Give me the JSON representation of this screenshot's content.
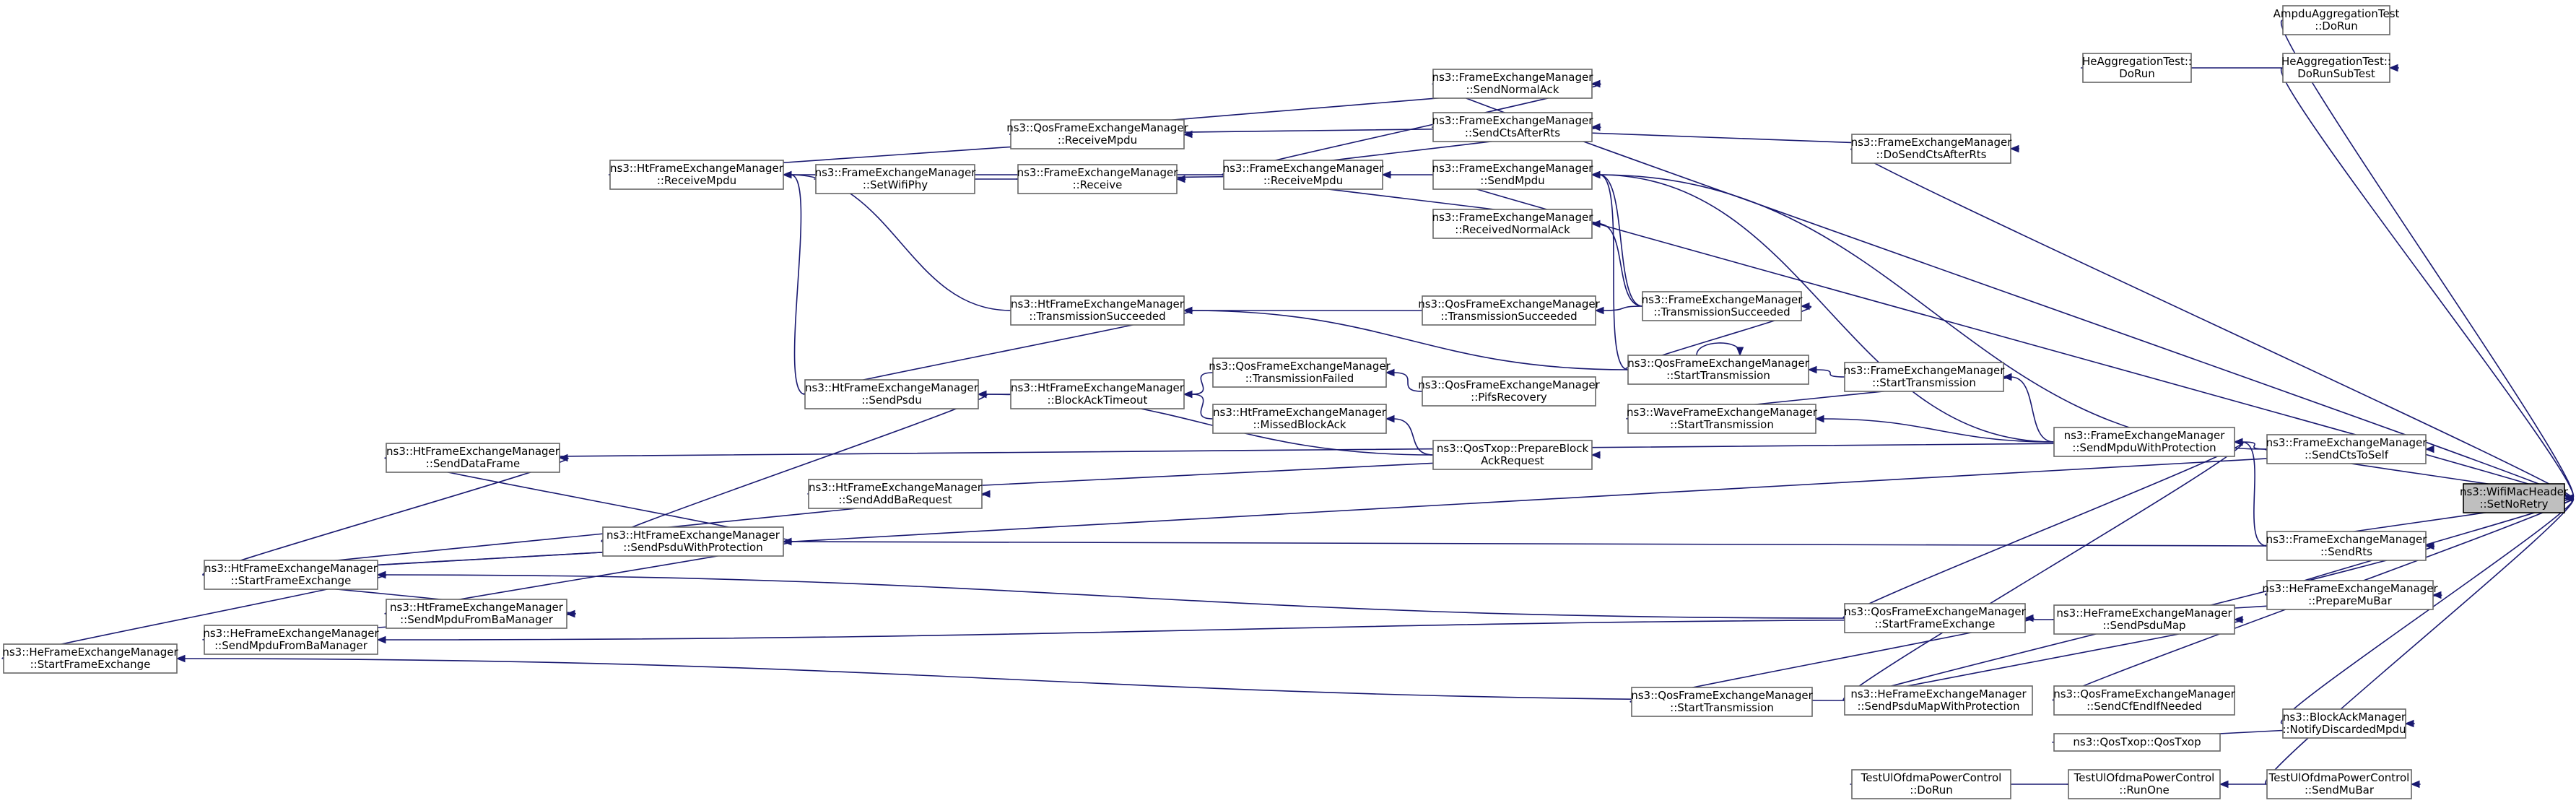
{
  "colors": {
    "edge": "#191970",
    "node_border": "#666666",
    "target_fill": "#bfbfbf"
  },
  "target": "n0",
  "nodes": [
    {
      "id": "n0",
      "lines": [
        "ns3::WifiMacHeader",
        "::SetNoRetry"
      ]
    },
    {
      "id": "n1",
      "lines": [
        "AmpduAggregationTest",
        "::DoRun"
      ]
    },
    {
      "id": "n2",
      "lines": [
        "HeAggregationTest::",
        "DoRunSubTest"
      ]
    },
    {
      "id": "n3",
      "lines": [
        "HeAggregationTest::",
        "DoRun"
      ]
    },
    {
      "id": "n4",
      "lines": [
        "ns3::FrameExchangeManager",
        "::SendNormalAck"
      ]
    },
    {
      "id": "n5",
      "lines": [
        "ns3::FrameExchangeManager",
        "::SendCtsAfterRts"
      ]
    },
    {
      "id": "n6",
      "lines": [
        "ns3::FrameExchangeManager",
        "::DoSendCtsAfterRts"
      ]
    },
    {
      "id": "n7",
      "lines": [
        "ns3::FrameExchangeManager",
        "::SendMpdu"
      ]
    },
    {
      "id": "n8",
      "lines": [
        "ns3::FrameExchangeManager",
        "::ReceivedNormalAck"
      ]
    },
    {
      "id": "n9",
      "lines": [
        "ns3::QosFrameExchangeManager",
        "::ReceiveMpdu"
      ]
    },
    {
      "id": "n10",
      "lines": [
        "ns3::FrameExchangeManager",
        "::ReceiveMpdu"
      ]
    },
    {
      "id": "n11",
      "lines": [
        "ns3::FrameExchangeManager",
        "::Receive"
      ]
    },
    {
      "id": "n12",
      "lines": [
        "ns3::FrameExchangeManager",
        "::SetWifiPhy"
      ]
    },
    {
      "id": "n13",
      "lines": [
        "ns3::HtFrameExchangeManager",
        "::ReceiveMpdu"
      ]
    },
    {
      "id": "n14",
      "lines": [
        "ns3::HtFrameExchangeManager",
        "::TransmissionSucceeded"
      ]
    },
    {
      "id": "n15",
      "lines": [
        "ns3::QosFrameExchangeManager",
        "::TransmissionSucceeded"
      ]
    },
    {
      "id": "n16",
      "lines": [
        "ns3::FrameExchangeManager",
        "::TransmissionSucceeded"
      ]
    },
    {
      "id": "n17",
      "lines": [
        "ns3::QosFrameExchangeManager",
        "::StartTransmission"
      ]
    },
    {
      "id": "n18",
      "lines": [
        "ns3::FrameExchangeManager",
        "::StartTransmission"
      ]
    },
    {
      "id": "n19",
      "lines": [
        "ns3::WaveFrameExchangeManager",
        "::StartTransmission"
      ]
    },
    {
      "id": "n20",
      "lines": [
        "ns3::QosFrameExchangeManager",
        "::TransmissionFailed"
      ]
    },
    {
      "id": "n21",
      "lines": [
        "ns3::QosFrameExchangeManager",
        "::PifsRecovery"
      ]
    },
    {
      "id": "n22",
      "lines": [
        "ns3::HtFrameExchangeManager",
        "::BlockAckTimeout"
      ]
    },
    {
      "id": "n23",
      "lines": [
        "ns3::HtFrameExchangeManager",
        "::MissedBlockAck"
      ]
    },
    {
      "id": "n24",
      "lines": [
        "ns3::HtFrameExchangeManager",
        "::SendPsdu"
      ]
    },
    {
      "id": "n25",
      "lines": [
        "ns3::QosTxop::PrepareBlock",
        "AckRequest"
      ]
    },
    {
      "id": "n26",
      "lines": [
        "ns3::FrameExchangeManager",
        "::SendMpduWithProtection"
      ]
    },
    {
      "id": "n27",
      "lines": [
        "ns3::FrameExchangeManager",
        "::SendCtsToSelf"
      ]
    },
    {
      "id": "n28",
      "lines": [
        "ns3::HtFrameExchangeManager",
        "::SendDataFrame"
      ]
    },
    {
      "id": "n29",
      "lines": [
        "ns3::HtFrameExchangeManager",
        "::SendAddBaRequest"
      ]
    },
    {
      "id": "n30",
      "lines": [
        "ns3::HtFrameExchangeManager",
        "::SendPsduWithProtection"
      ]
    },
    {
      "id": "n31",
      "lines": [
        "ns3::HtFrameExchangeManager",
        "::StartFrameExchange"
      ]
    },
    {
      "id": "n32",
      "lines": [
        "ns3::HtFrameExchangeManager",
        "::SendMpduFromBaManager"
      ]
    },
    {
      "id": "n33",
      "lines": [
        "ns3::HeFrameExchangeManager",
        "::SendMpduFromBaManager"
      ]
    },
    {
      "id": "n34",
      "lines": [
        "ns3::HeFrameExchangeManager",
        "::StartFrameExchange"
      ]
    },
    {
      "id": "n35",
      "lines": [
        "ns3::FrameExchangeManager",
        "::SendRts"
      ]
    },
    {
      "id": "n36",
      "lines": [
        "ns3::HeFrameExchangeManager",
        "::PrepareMuBar"
      ]
    },
    {
      "id": "n37",
      "lines": [
        "ns3::QosFrameExchangeManager",
        "::StartFrameExchange"
      ]
    },
    {
      "id": "n38",
      "lines": [
        "ns3::HeFrameExchangeManager",
        "::SendPsduMap"
      ]
    },
    {
      "id": "n39",
      "lines": [
        "ns3::QosFrameExchangeManager",
        "::StartTransmission"
      ]
    },
    {
      "id": "n40",
      "lines": [
        "ns3::HeFrameExchangeManager",
        "::SendPsduMapWithProtection"
      ]
    },
    {
      "id": "n41",
      "lines": [
        "ns3::QosFrameExchangeManager",
        "::SendCfEndIfNeeded"
      ]
    },
    {
      "id": "n42",
      "lines": [
        "ns3::BlockAckManager",
        "::NotifyDiscardedMpdu"
      ]
    },
    {
      "id": "n43",
      "lines": [
        "ns3::QosTxop::QosTxop"
      ]
    },
    {
      "id": "n44",
      "lines": [
        "TestUlOfdmaPowerControl",
        "::DoRun"
      ]
    },
    {
      "id": "n45",
      "lines": [
        "TestUlOfdmaPowerControl",
        "::RunOne"
      ]
    },
    {
      "id": "n46",
      "lines": [
        "TestUlOfdmaPowerControl",
        "::SendMuBar"
      ]
    }
  ],
  "edges": [
    [
      "n1",
      "n0"
    ],
    [
      "n2",
      "n0"
    ],
    [
      "n3",
      "n2"
    ],
    [
      "n4",
      "n0"
    ],
    [
      "n5",
      "n6"
    ],
    [
      "n6",
      "n0"
    ],
    [
      "n7",
      "n0"
    ],
    [
      "n9",
      "n4"
    ],
    [
      "n9",
      "n5"
    ],
    [
      "n10",
      "n4"
    ],
    [
      "n10",
      "n5"
    ],
    [
      "n10",
      "n7"
    ],
    [
      "n10",
      "n8"
    ],
    [
      "n11",
      "n10"
    ],
    [
      "n12",
      "n11"
    ],
    [
      "n13",
      "n9"
    ],
    [
      "n13",
      "n10"
    ],
    [
      "n14",
      "n13"
    ],
    [
      "n15",
      "n14"
    ],
    [
      "n16",
      "n15"
    ],
    [
      "n16",
      "n7"
    ],
    [
      "n16",
      "n8"
    ],
    [
      "n17",
      "n14"
    ],
    [
      "n17",
      "n16"
    ],
    [
      "n17",
      "n17"
    ],
    [
      "n17",
      "n7"
    ],
    [
      "n18",
      "n17"
    ],
    [
      "n19",
      "n18"
    ],
    [
      "n20",
      "n22"
    ],
    [
      "n21",
      "n20"
    ],
    [
      "n22",
      "n24"
    ],
    [
      "n23",
      "n22"
    ],
    [
      "n24",
      "n13"
    ],
    [
      "n24",
      "n14"
    ],
    [
      "n25",
      "n23"
    ],
    [
      "n25",
      "n24"
    ],
    [
      "n26",
      "n18"
    ],
    [
      "n26",
      "n19"
    ],
    [
      "n26",
      "n7"
    ],
    [
      "n27",
      "n26"
    ],
    [
      "n27",
      "n0"
    ],
    [
      "n28",
      "n26"
    ],
    [
      "n29",
      "n25"
    ],
    [
      "n30",
      "n24"
    ],
    [
      "n28",
      "n30"
    ],
    [
      "n31",
      "n28"
    ],
    [
      "n31",
      "n29"
    ],
    [
      "n31",
      "n30"
    ],
    [
      "n31",
      "n27"
    ],
    [
      "n32",
      "n30"
    ],
    [
      "n31",
      "n32"
    ],
    [
      "n33",
      "n32"
    ],
    [
      "n34",
      "n31"
    ],
    [
      "n35",
      "n26"
    ],
    [
      "n35",
      "n0"
    ],
    [
      "n36",
      "n0"
    ],
    [
      "n37",
      "n26"
    ],
    [
      "n37",
      "n31"
    ],
    [
      "n38",
      "n36"
    ],
    [
      "n38",
      "n33"
    ],
    [
      "n39",
      "n37"
    ],
    [
      "n40",
      "n38"
    ],
    [
      "n40",
      "n26"
    ],
    [
      "n40",
      "n34"
    ],
    [
      "n41",
      "n0"
    ],
    [
      "n35",
      "n30"
    ],
    [
      "n40",
      "n35"
    ],
    [
      "n42",
      "n0"
    ],
    [
      "n43",
      "n42"
    ],
    [
      "n45",
      "n46"
    ],
    [
      "n44",
      "n45"
    ],
    [
      "n46",
      "n0"
    ],
    [
      "n27",
      "n7"
    ]
  ]
}
